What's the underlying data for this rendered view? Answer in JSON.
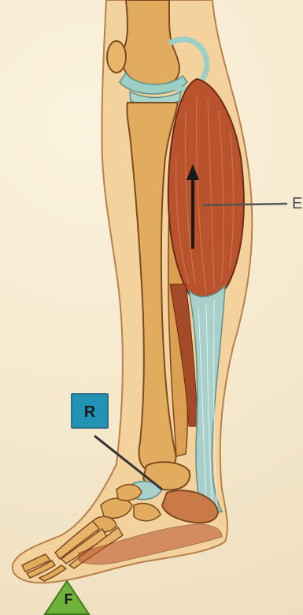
{
  "labels": {
    "effort": "E",
    "resistance": "R",
    "fulcrum": "F"
  },
  "colors": {
    "background": "#f6ecd3",
    "bone": "#e0aa5c",
    "bone_outline": "#7e4a1f",
    "skin": "#f0c98c",
    "muscle": "#b8532e",
    "tendon": "#a8cfc9",
    "label_box": "#2293b4",
    "fulcrum_triangle": "#6fb23b",
    "pointer_line": "#555555"
  }
}
